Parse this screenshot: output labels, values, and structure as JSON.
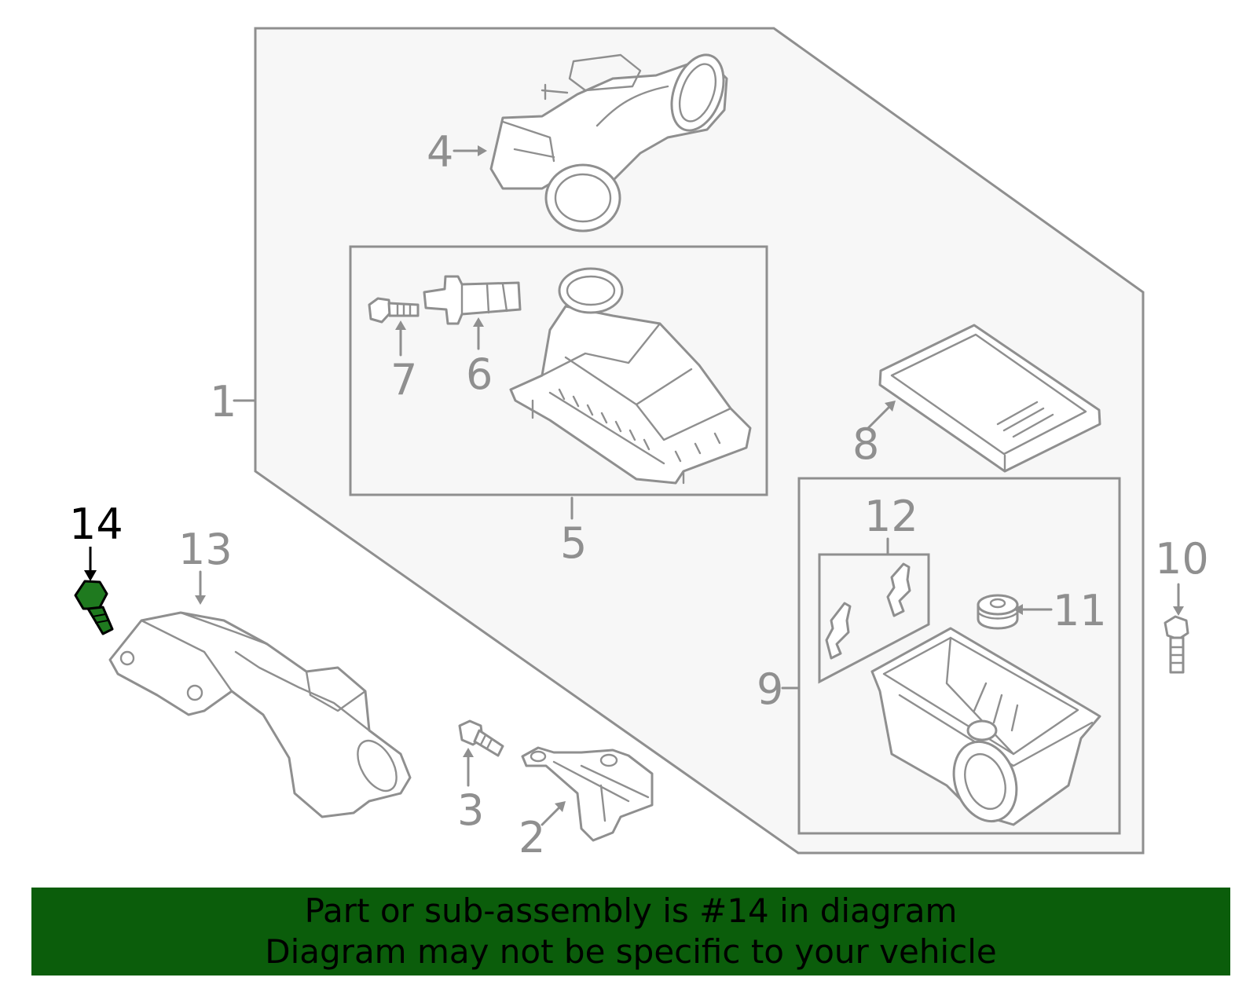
{
  "colors": {
    "highlight": "#1f7a1f",
    "banner_background": "#0b5d0b",
    "line": "#8f8f8f",
    "group_fill": "#f7f7f7"
  },
  "callouts": {
    "c1": "1",
    "c2": "2",
    "c3": "3",
    "c4": "4",
    "c5": "5",
    "c6": "6",
    "c7": "7",
    "c8": "8",
    "c9": "9",
    "c10": "10",
    "c11": "11",
    "c12": "12",
    "c13": "13",
    "c14": "14"
  },
  "highlighted_part": "14",
  "banner": {
    "line1": "Part or sub-assembly is #14 in diagram",
    "line2": "Diagram may not be specific to your vehicle"
  }
}
